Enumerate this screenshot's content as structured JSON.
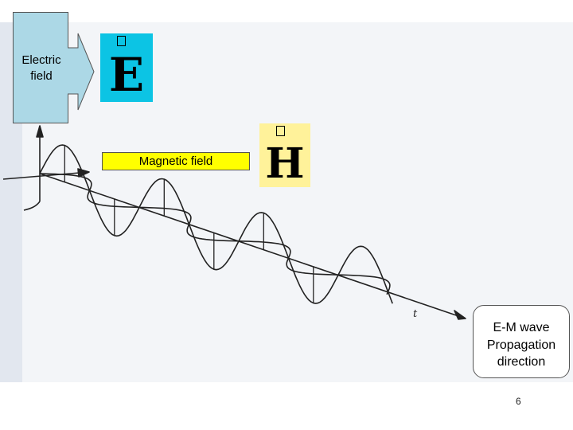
{
  "labels": {
    "electric_field": "Electric\nfield",
    "magnetic_field": "Magnetic field",
    "propagation": "E-M wave\nPropagation\ndirection",
    "time_axis": "t"
  },
  "symbols": {
    "electric": "E",
    "magnetic": "H"
  },
  "page_number": "6",
  "colors": {
    "callout_fill": "#acd8e6",
    "electric_box": "#0cc4e4",
    "magnetic_box": "#fff29a",
    "magnetic_label_fill": "#ffff00",
    "wave_line": "#222222"
  }
}
